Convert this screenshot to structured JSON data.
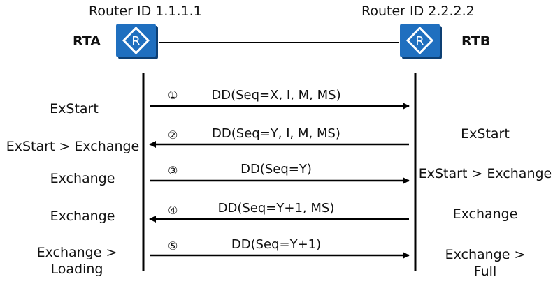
{
  "routers": {
    "rta": {
      "id_label": "Router ID 1.1.1.1",
      "name": "RTA",
      "icon": "router-icon"
    },
    "rtb": {
      "id_label": "Router ID 2.2.2.2",
      "name": "RTB",
      "icon": "router-icon"
    }
  },
  "colors": {
    "router_fill": "#1f6fbf",
    "router_shadow": "#0d3f73",
    "line": "#000000"
  },
  "steps": [
    {
      "num": "①",
      "message": "DD(Seq=X, I, M, MS)",
      "direction": "right",
      "rta_state": "ExStart",
      "rtb_state": ""
    },
    {
      "num": "②",
      "message": "DD(Seq=Y, I, M, MS)",
      "direction": "left",
      "rta_state": "ExStart > Exchange",
      "rtb_state": "ExStart"
    },
    {
      "num": "③",
      "message": "DD(Seq=Y)",
      "direction": "right",
      "rta_state": "Exchange",
      "rtb_state": "ExStart > Exchange"
    },
    {
      "num": "④",
      "message": "DD(Seq=Y+1, MS)",
      "direction": "left",
      "rta_state": "Exchange",
      "rtb_state": "Exchange"
    },
    {
      "num": "⑤",
      "message": "DD(Seq=Y+1)",
      "direction": "right",
      "rta_state": "Exchange >\nLoading",
      "rtb_state": "Exchange >\nFull"
    }
  ]
}
